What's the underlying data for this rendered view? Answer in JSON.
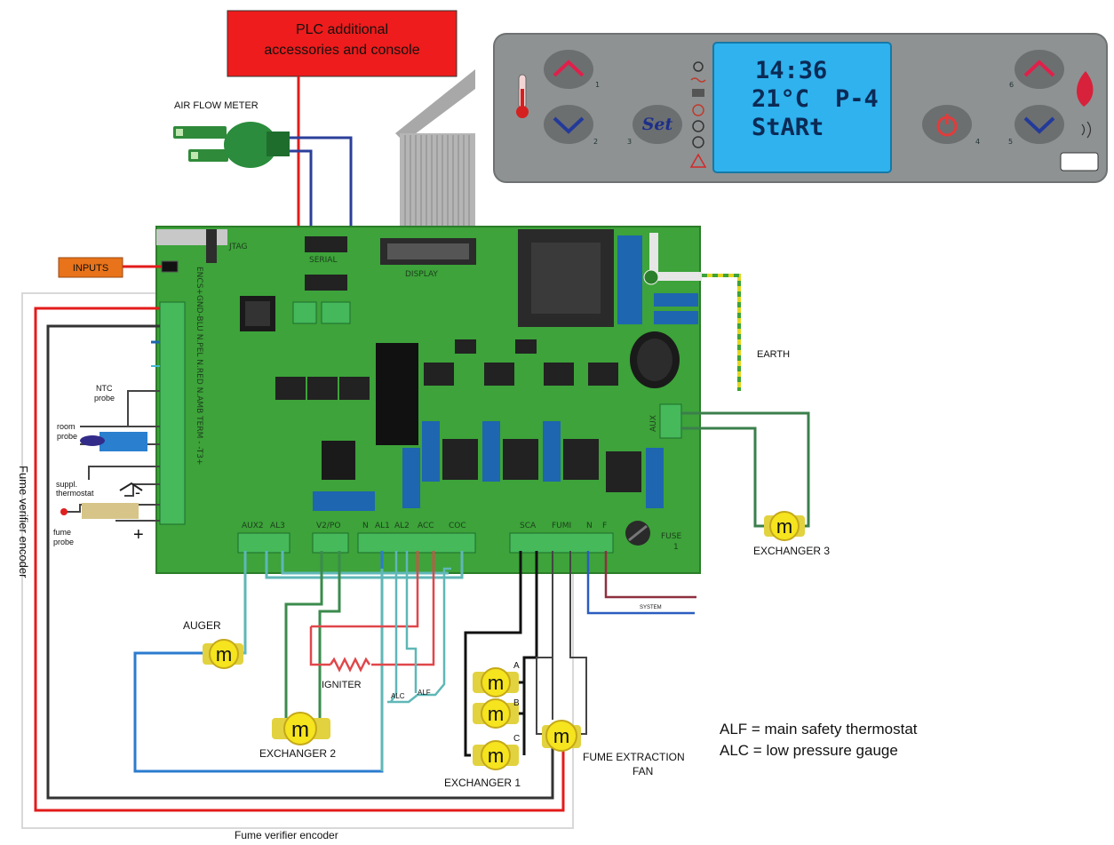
{
  "plc_box": {
    "line1": "PLC additional",
    "line2": "accessories and console"
  },
  "console": {
    "lcd": {
      "time": "14:36",
      "temp": "21°C",
      "program": "P-4",
      "state": "StARt"
    },
    "buttons": [
      {
        "id": "up-left",
        "number": "1"
      },
      {
        "id": "down-left",
        "number": "2"
      },
      {
        "id": "set",
        "label": "Set",
        "number": "3"
      },
      {
        "id": "power",
        "number": "4"
      },
      {
        "id": "down-right",
        "number": "5"
      },
      {
        "id": "up-right",
        "number": "6"
      }
    ]
  },
  "labels": {
    "air_flow_meter": "AIR FLOW METER",
    "inputs": "INPUTS",
    "jtag": "JTAG",
    "serial": "SERIAL",
    "display": "DISPLAY",
    "earth": "EARTH",
    "ntc_probe_1": "NTC",
    "ntc_probe_2": "probe",
    "room_probe_1": "room",
    "room_probe_2": "probe",
    "suppl_1": "suppl.",
    "suppl_2": "thermostat",
    "fume_probe_1": "fume",
    "fume_probe_2": "probe",
    "plus": "+",
    "minus": "-",
    "fume_verifier_side": "Fume verifier encoder",
    "fume_verifier_bottom": "Fume verifier encoder",
    "auger": "AUGER",
    "igniter": "IGNITER",
    "exchanger_1": "EXCHANGER 1",
    "exchanger_2": "EXCHANGER 2",
    "exchanger_3": "EXCHANGER 3",
    "fume_fan_1": "FUME EXTRACTION",
    "fume_fan_2": "FAN",
    "alc": "ALC",
    "alf": "ALF",
    "system": "SYSTEM",
    "fuse_1": "FUSE",
    "fuse_2": "1",
    "aux": "AUX",
    "a": "A",
    "b": "B",
    "c": "C",
    "motor": "m"
  },
  "terminal_labels": {
    "aux2": "AUX2",
    "al3": "AL3",
    "v2po": "V2/PO",
    "n1": "N",
    "al1": "AL1",
    "al2": "AL2",
    "acc": "ACC",
    "coc": "COC",
    "sca": "SCA",
    "fumi": "FUMI",
    "n2": "N",
    "f": "F",
    "side": "ENCS+GND-BLU N.PEL N.RED N.AMB TERM - -T3+"
  },
  "legend": {
    "alf": "ALF = main safety thermostat",
    "alc": "ALC = low pressure gauge"
  },
  "colors": {
    "pcb": "#3da33a",
    "plc_red": "#ee1c1c",
    "console_body": "#8e9293",
    "lcd": "#2fb2ee",
    "motor": "#f5e41e"
  }
}
